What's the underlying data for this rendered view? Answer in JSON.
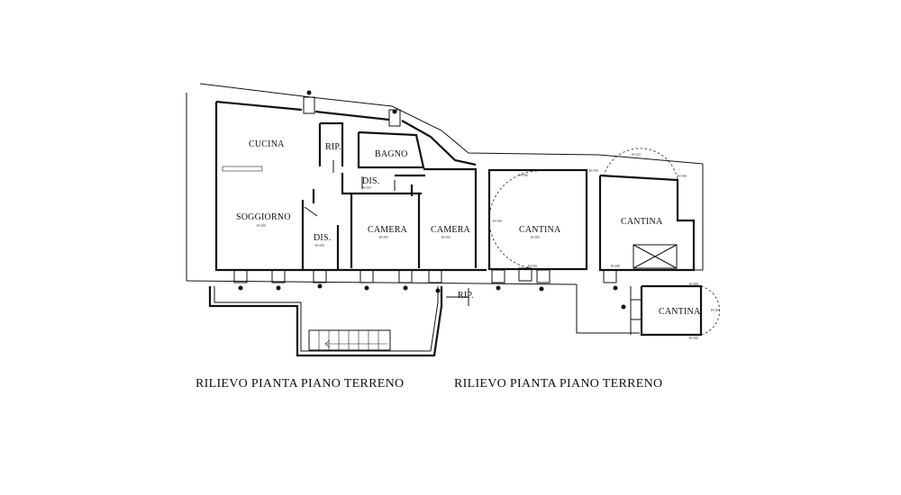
{
  "rooms": {
    "cucina": "CUCINA",
    "soggiorno": "SOGGIORNO",
    "soggiorno_h": "H=250",
    "rip_top": "RIP.",
    "bagno": "BAGNO",
    "dis_top": "DIS.",
    "dis_top_h": "H=195",
    "dis_left": "DIS.",
    "dis_left_h": "H=250",
    "camera_1": "CAMERA",
    "camera_1_h": "H=195",
    "camera_2": "CAMERA",
    "camera_2_h": "H=195",
    "cantina_1": "CANTINA",
    "cantina_1_h": "H=185",
    "cantina_2": "CANTINA",
    "cantina_3": "CANTINA",
    "rip_bottom": "RIP."
  },
  "dimensions": {
    "d1": "H=180",
    "d2": "H=190",
    "d3": "H=190",
    "d4": "H=190",
    "d5": "H=215",
    "d6": "H=190",
    "d7": "H=180",
    "d8": "H=180",
    "d9": "H=185",
    "d10": "H=180"
  },
  "captions": {
    "left": "RILIEVO PIANTA PIANO TERRENO",
    "right": "RILIEVO PIANTA PIANO TERRENO"
  }
}
